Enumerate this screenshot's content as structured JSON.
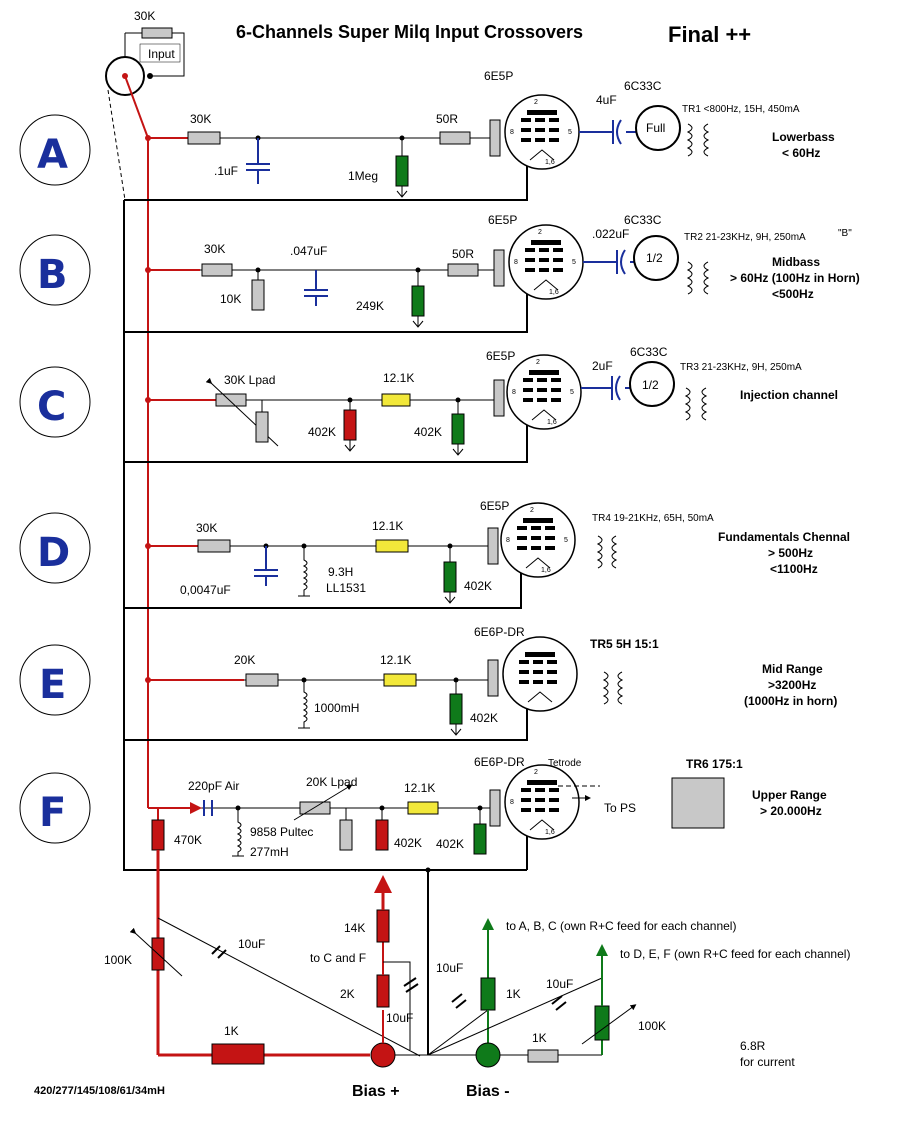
{
  "title": "6-Channels Super Milq Input Crossovers",
  "title_suffix": "Final ++",
  "input": {
    "resistor": "30K",
    "label": "Input"
  },
  "channels": [
    {
      "letter": "A",
      "r_in": "30K",
      "cap": ".1uF",
      "r_grid": "1Meg",
      "r_stop": "50R",
      "tube": "6E5P",
      "coupling": "4uF",
      "out_tube": "6C33C",
      "out_mode": "Full",
      "tr": "TR1 <800Hz, 15H, 450mA",
      "band": [
        "Lowerbass",
        "<  60Hz"
      ]
    },
    {
      "letter": "B",
      "r_in": "30K",
      "r_shunt": "10K",
      "cap": ".047uF",
      "r_grid": "249K",
      "r_stop": "50R",
      "tube": "6E5P",
      "coupling": ".022uF",
      "out_tube": "6C33C",
      "out_mode": "1/2",
      "tr": "TR2  21-23KHz, 9H, 250mA",
      "tr_note": "\"B\"",
      "band": [
        "Midbass",
        "> 60Hz (100Hz in Horn)",
        "<500Hz"
      ]
    },
    {
      "letter": "C",
      "lpad": "30K Lpad",
      "r_mid": "402K",
      "r_series": "12.1K",
      "r_grid": "402K",
      "tube": "6E5P",
      "coupling": "2uF",
      "out_tube": "6C33C",
      "out_mode": "1/2",
      "tr": "TR3  21-23KHz, 9H, 250mA",
      "band": [
        "Injection channel"
      ]
    },
    {
      "letter": "D",
      "r_in": "30K",
      "cap": "0,0047uF",
      "ind": [
        "9.3H",
        "LL1531"
      ],
      "r_series": "12.1K",
      "r_grid": "402K",
      "tube": "6E5P",
      "tr": "TR4  19-21KHz, 65H, 50mA",
      "band": [
        "Fundamentals Chennal",
        "> 500Hz",
        "<1100Hz"
      ]
    },
    {
      "letter": "E",
      "r_in": "20K",
      "ind": [
        "1000mH"
      ],
      "r_series": "12.1K",
      "r_grid": "402K",
      "tube": "6E6P-DR",
      "tr": "TR5 5H 15:1",
      "band": [
        "Mid Range",
        ">3200Hz",
        "(1000Hz in horn)"
      ]
    },
    {
      "letter": "F",
      "cap": "220pF Air",
      "r_bias": "470K",
      "ind": [
        "9858 Pultec",
        "277mH"
      ],
      "lpad": "20K Lpad",
      "r_mid": "402K",
      "r_series": "12.1K",
      "r_grid": "402K",
      "tube": "6E6P-DR",
      "tube_note": "Tetrode",
      "to_ps": "To PS",
      "tr": "TR6 175:1",
      "band": [
        "Upper Range",
        "> 20.000Hz"
      ]
    }
  ],
  "pins": {
    "p2": "2",
    "p8": "8",
    "p5": "5",
    "p16": "1,6"
  },
  "bias": {
    "pot_left": "100K",
    "cap_left": "10uF",
    "r_14k": "14K",
    "to_cf": "to C and F",
    "r_2k": "2K",
    "cap_mid": "10uF",
    "r_1k_left": "1K",
    "cap_neg1": "10uF",
    "r_1k_neg": "1K",
    "to_abc": "to A, B, C  (own R+C feed for each channel)",
    "to_def": "to D, E, F  (own R+C feed for each channel)",
    "cap_neg2": "10uF",
    "r_1k_bottom": "1K",
    "pot_right": "100K",
    "current_note": [
      "6.8R",
      "for current"
    ],
    "bias_plus": "Bias +",
    "bias_minus": "Bias -"
  },
  "inductances_note": "420/277/145/108/61/34mH",
  "colors": {
    "red": "#c41414",
    "green": "#0f7a1a",
    "yellow": "#f2e83a",
    "blue": "#1a2f9c",
    "grey": "#c8c8c8"
  }
}
